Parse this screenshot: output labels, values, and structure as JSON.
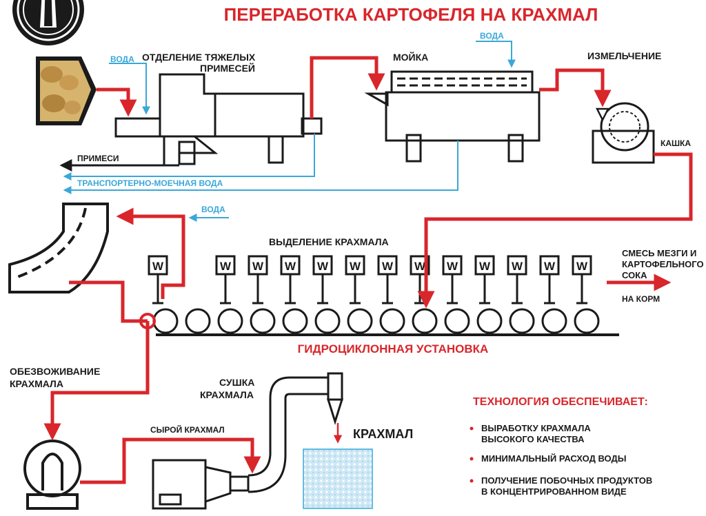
{
  "title": "ПЕРЕРАБОТКА КАРТОФЕЛЯ НА КРАХМАЛ",
  "colors": {
    "red": "#d8262b",
    "blue": "#3aa7d8",
    "black": "#1a1a1a",
    "potato": "#c9a25a"
  },
  "labels": {
    "water_1": "ВОДА",
    "heavy_impurities_l1": "ОТДЕЛЕНИЕ ТЯЖЕЛЫХ",
    "heavy_impurities_l2": "ПРИМЕСЕЙ",
    "washing": "МОЙКА",
    "water_2": "ВОДА",
    "grinding": "ИЗМЕЛЬЧЕНИЕ",
    "pulp": "КАШКА",
    "impurities": "ПРИМЕСИ",
    "transport_water": "ТРАНСПОРТЕРНО-МОЕЧНАЯ ВОДА",
    "water_3": "ВОДА",
    "starch_separation": "ВЫДЕЛЕНИЕ КРАХМАЛА",
    "mix_l1": "СМЕСЬ МЕЗГИ И",
    "mix_l2": "КАРТОФЕЛЬНОГО",
    "mix_l3": "СОКА",
    "to_feed": "НА КОРМ",
    "hydrocyclone": "ГИДРОЦИКЛОННАЯ УСТАНОВКА",
    "dewatering_l1": "ОБЕЗВОЖИВАНИЕ",
    "dewatering_l2": "КРАХМАЛА",
    "drying_l1": "СУШКА",
    "drying_l2": "КРАХМАЛА",
    "raw_starch": "СЫРОЙ КРАХМАЛ",
    "starch": "КРАХМАЛ",
    "tech_title": "ТЕХНОЛОГИЯ ОБЕСПЕЧИВАЕТ:",
    "tech_1_l1": "ВЫРАБОТКУ КРАХМАЛА",
    "tech_1_l2": "ВЫСОКОГО КАЧЕСТВА",
    "tech_2": "МИНИМАЛЬНЫЙ РАСХОД ВОДЫ",
    "tech_3_l1": "ПОЛУЧЕНИЕ ПОБОЧНЫХ ПРОДУКТОВ",
    "tech_3_l2": "В КОНЦЕНТРИРОВАННОМ ВИДЕ"
  },
  "hydrocyclone_units": 14,
  "w_label": "W"
}
